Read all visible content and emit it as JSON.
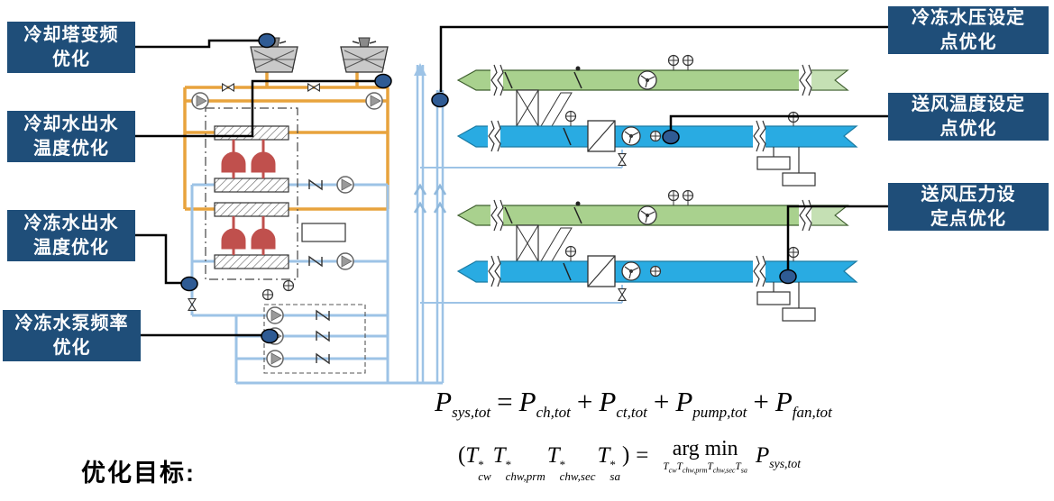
{
  "labels": {
    "cooling_tower_vfd": {
      "line1": "冷却塔变频",
      "line2": "优化"
    },
    "cooling_water_outlet_temp": {
      "line1": "冷却水出水",
      "line2": "温度优化"
    },
    "chilled_water_outlet_temp": {
      "line1": "冷冻水出水",
      "line2": "温度优化"
    },
    "chilled_water_pump_freq": {
      "line1": "冷冻水泵频率",
      "line2": "优化"
    },
    "chilled_water_pressure_setpoint": {
      "line1": "冷冻水压设定",
      "line2": "点优化"
    },
    "supply_air_temp_setpoint": {
      "line1": "送风温度设定",
      "line2": "点优化"
    },
    "supply_air_pressure_setpoint": {
      "line1": "送风压力设",
      "line2": "定点优化"
    }
  },
  "objective": {
    "label": "优化目标:"
  },
  "formulas": {
    "f1": [
      "P",
      "sys,tot",
      "=",
      "P",
      "ch,tot",
      "+",
      "P",
      "ct,tot",
      "+",
      "P",
      "pump,tot",
      "+",
      "P",
      "fan,tot"
    ],
    "f2": {
      "lp": "(",
      "T": "T",
      "star": "*",
      "sub1": "cw",
      "sub2": "chw,prm",
      "sub3": "chw,sec",
      "sub4": "sa",
      "rp": ")",
      "eq": "=",
      "argmin": "arg min",
      "P": "P",
      "psub": "sys,tot"
    }
  },
  "colors": {
    "label_box_bg": "#1F4E79",
    "label_text": "#FFFFFF",
    "callout_dot": "#2F5B94",
    "callout_line": "#000000",
    "condenser_water_pipe": "#E8A33D",
    "chilled_water_pipe": "#9DC3E6",
    "supply_air_duct": "#29ABE2",
    "return_air_duct": "#A9D18E",
    "return_air_duct_tail": "#C5E0B4",
    "compressor_red": "#C0504D",
    "formula_text": "#000000"
  },
  "legend_icons": {
    "pump": "circle-with-triangle",
    "valve": "bowtie",
    "sensor": "circle-with-cross",
    "fan": "circle-with-blades",
    "check_valve": "zigzag",
    "cooling_tower": "hatched-trapezoid-with-fan",
    "flow_arrow": "chevron-up"
  }
}
